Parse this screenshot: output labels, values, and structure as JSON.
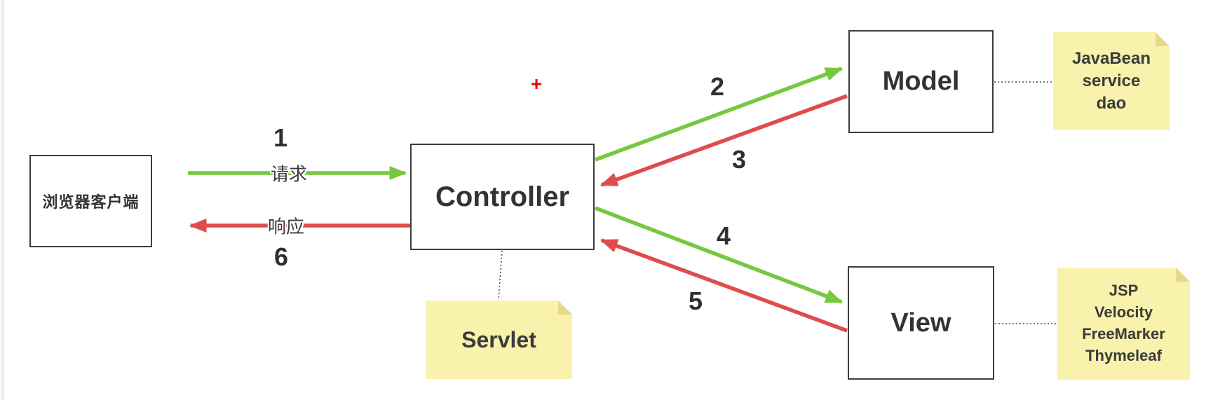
{
  "colors": {
    "green": "#76c83f",
    "red": "#e04b4b",
    "connector": "#4a4a4a",
    "box_border": "#3d3d3d",
    "note_bg": "#f9f2ad",
    "note_fold": "#e7d78c",
    "text": "#333333",
    "cursor_red": "#ee0000"
  },
  "nodes": {
    "browser": {
      "label": "浏览器客户端"
    },
    "controller": {
      "label": "Controller"
    },
    "model": {
      "label": "Model"
    },
    "view": {
      "label": "View"
    }
  },
  "notes": {
    "servlet": {
      "line1": "Servlet"
    },
    "model_impl": {
      "line1": "JavaBean",
      "line2": "service",
      "line3": "dao"
    },
    "view_impl": {
      "line1": "JSP",
      "line2": "Velocity",
      "line3": "FreeMarker",
      "line4": "Thymeleaf"
    }
  },
  "flow": {
    "step1": {
      "number": "1",
      "label": "请求"
    },
    "step2": {
      "number": "2"
    },
    "step3": {
      "number": "3"
    },
    "step4": {
      "number": "4"
    },
    "step5": {
      "number": "5"
    },
    "step6": {
      "number": "6",
      "label": "响应"
    }
  },
  "annotations": {
    "cursor_plus": "+"
  }
}
